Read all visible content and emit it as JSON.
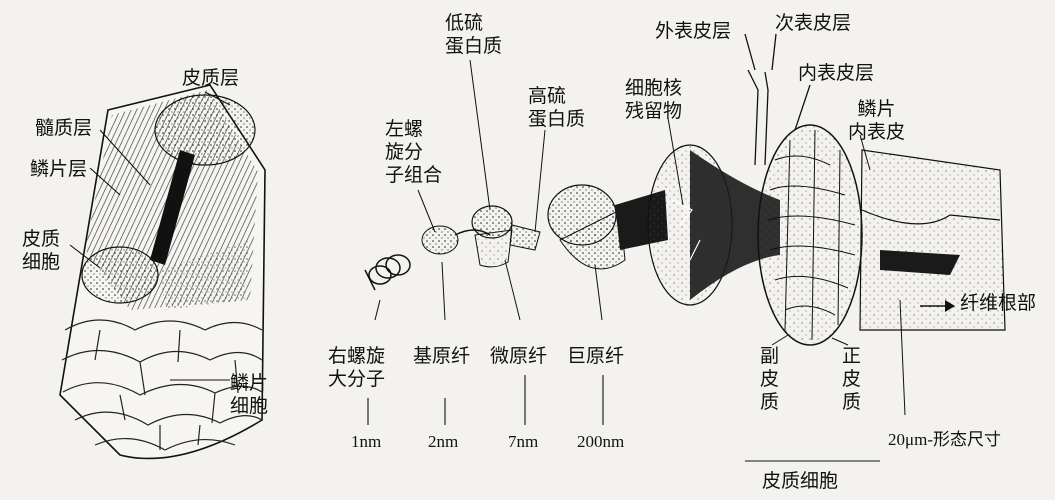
{
  "labels": {
    "cortex_layer": "皮质层",
    "medulla_layer": "髓质层",
    "scale_layer": "鳞片层",
    "cortical_cell": [
      "皮质",
      "细胞"
    ],
    "scale_cell": [
      "鳞片",
      "细胞"
    ],
    "left_helix_group": [
      "左螺",
      "旋分",
      "子组合"
    ],
    "low_sulfur_protein": [
      "低硫",
      "蛋白质"
    ],
    "high_sulfur_protein": [
      "高硫",
      "蛋白质"
    ],
    "nuclear_remnant": [
      "细胞核",
      "残留物"
    ],
    "exocuticle": "外表皮层",
    "epicuticle": "次表皮层",
    "endocuticle": "内表皮层",
    "scale_endocuticle": [
      "鳞片",
      "内表皮"
    ],
    "fiber_root": "纤维根部",
    "right_helix_macromolecule": [
      "右螺旋",
      "大分子"
    ],
    "protofibril": "基原纤",
    "microfibril": "微原纤",
    "macrofibril": "巨原纤",
    "para_cortex": [
      "副",
      "皮",
      "质"
    ],
    "ortho_cortex": [
      "正",
      "皮",
      "质"
    ],
    "cortical_cell_bottom": "皮质细胞"
  },
  "sizes": {
    "s1": "1nm",
    "s2": "2nm",
    "s3": "7nm",
    "s4": "200nm",
    "s5": "20μm-形态尺寸"
  }
}
